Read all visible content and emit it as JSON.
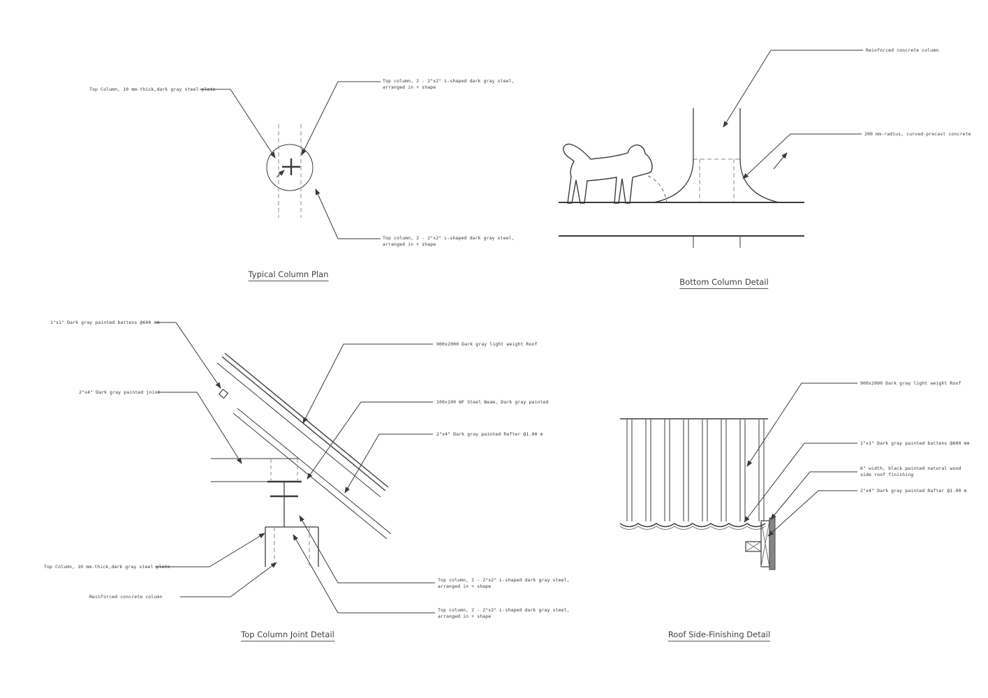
{
  "drawing": {
    "titles": {
      "column_plan": "Typical Column Plan",
      "bottom_column": "Bottom Column Detail",
      "top_joint": "Top Column Joint Detail",
      "roof_side": "Roof Side-Finishing Detail"
    },
    "labels": {
      "plate": "Top Column, 10 mm-thick,dark gray steel plate",
      "l_steel": "Top column, 2 - 2\"x2\" L-shaped dark gray steel,\narranged in + shape",
      "rc_column": "Reinforced concrete column",
      "precast": "200 mm-radius, curved-precast concrete",
      "battens": "1\"x1\" Dark gray painted battens @600 mm",
      "joist": "2\"x4\" Dark gray painted joist",
      "roof": "900x2000 Dark gray light weight Roof",
      "wf_beam": "100x100 WF Steel Beam, Dark gray painted",
      "rafter": "2\"x4\" Dark gray painted Rafter @1.00 m",
      "wood_finish": "6\" width, black painted natural wood\nside roof finishing"
    },
    "colors": {
      "line": "#3a3a3a",
      "hidden_line": "#8a8a8a",
      "trim_fill": "#858585"
    }
  }
}
